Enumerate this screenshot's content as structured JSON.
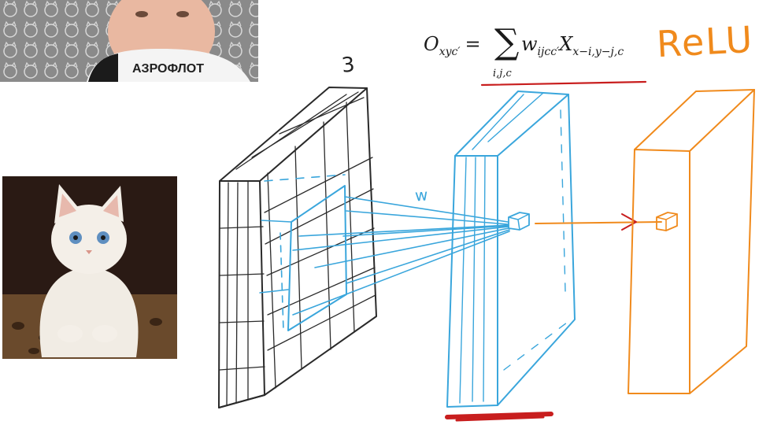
{
  "formula": {
    "lhs": "O",
    "lhs_sub": "xyc′",
    "equals": "=",
    "sum_symbol": "∑",
    "sum_sub": "i,j,c",
    "w": "w",
    "w_sub": "ijcc′",
    "x": "X",
    "x_sub": "x−i,y−j,c"
  },
  "labels": {
    "activation": "ReLU",
    "channels": "3",
    "weights": "w"
  },
  "colors": {
    "input_volume": "#2a2a2a",
    "conv_layer": "#3aa6dc",
    "relu_layer": "#f08a1c",
    "underline": "#c81e1e"
  }
}
